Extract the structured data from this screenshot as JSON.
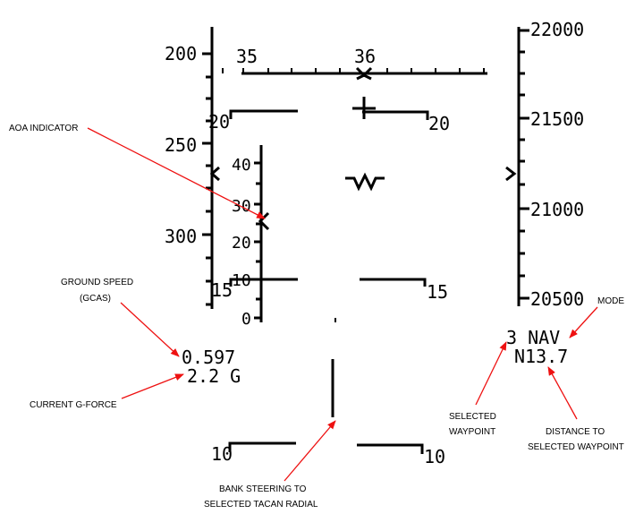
{
  "heading_tape": {
    "labels": [
      "35",
      "36"
    ]
  },
  "airspeed_tape": {
    "labels": [
      "200",
      "250",
      "300"
    ]
  },
  "altitude_tape": {
    "labels": [
      "22000",
      "21500",
      "21000",
      "20500"
    ]
  },
  "aoa_scale": {
    "labels": [
      "40",
      "30",
      "20",
      "10",
      "0"
    ]
  },
  "pitch_ladder": {
    "upper_left": "20",
    "upper_right": "20",
    "middle_left": "15",
    "middle_right": "15",
    "lower_left": "10",
    "lower_right": "10"
  },
  "readouts": {
    "ground_speed": "0.597",
    "g_force": "2.2 G",
    "waypoint_mode": "3 NAV",
    "waypoint_distance": "N13.7"
  },
  "callouts": {
    "aoa": "AOA INDICATOR",
    "ground_speed_1": "GROUND SPEED",
    "ground_speed_2": "(GCAS)",
    "g_force": "CURRENT G-FORCE",
    "bank_1": "BANK STEERING TO",
    "bank_2": "SELECTED TACAN RADIAL",
    "waypoint_1": "SELECTED",
    "waypoint_2": "WAYPOINT",
    "distance_1": "DISTANCE TO",
    "distance_2": "SELECTED WAYPOINT",
    "mode": "MODE"
  },
  "colors": {
    "hud_ink": "#000000",
    "callout_arrow": "#ee1111",
    "background": "#ffffff"
  }
}
